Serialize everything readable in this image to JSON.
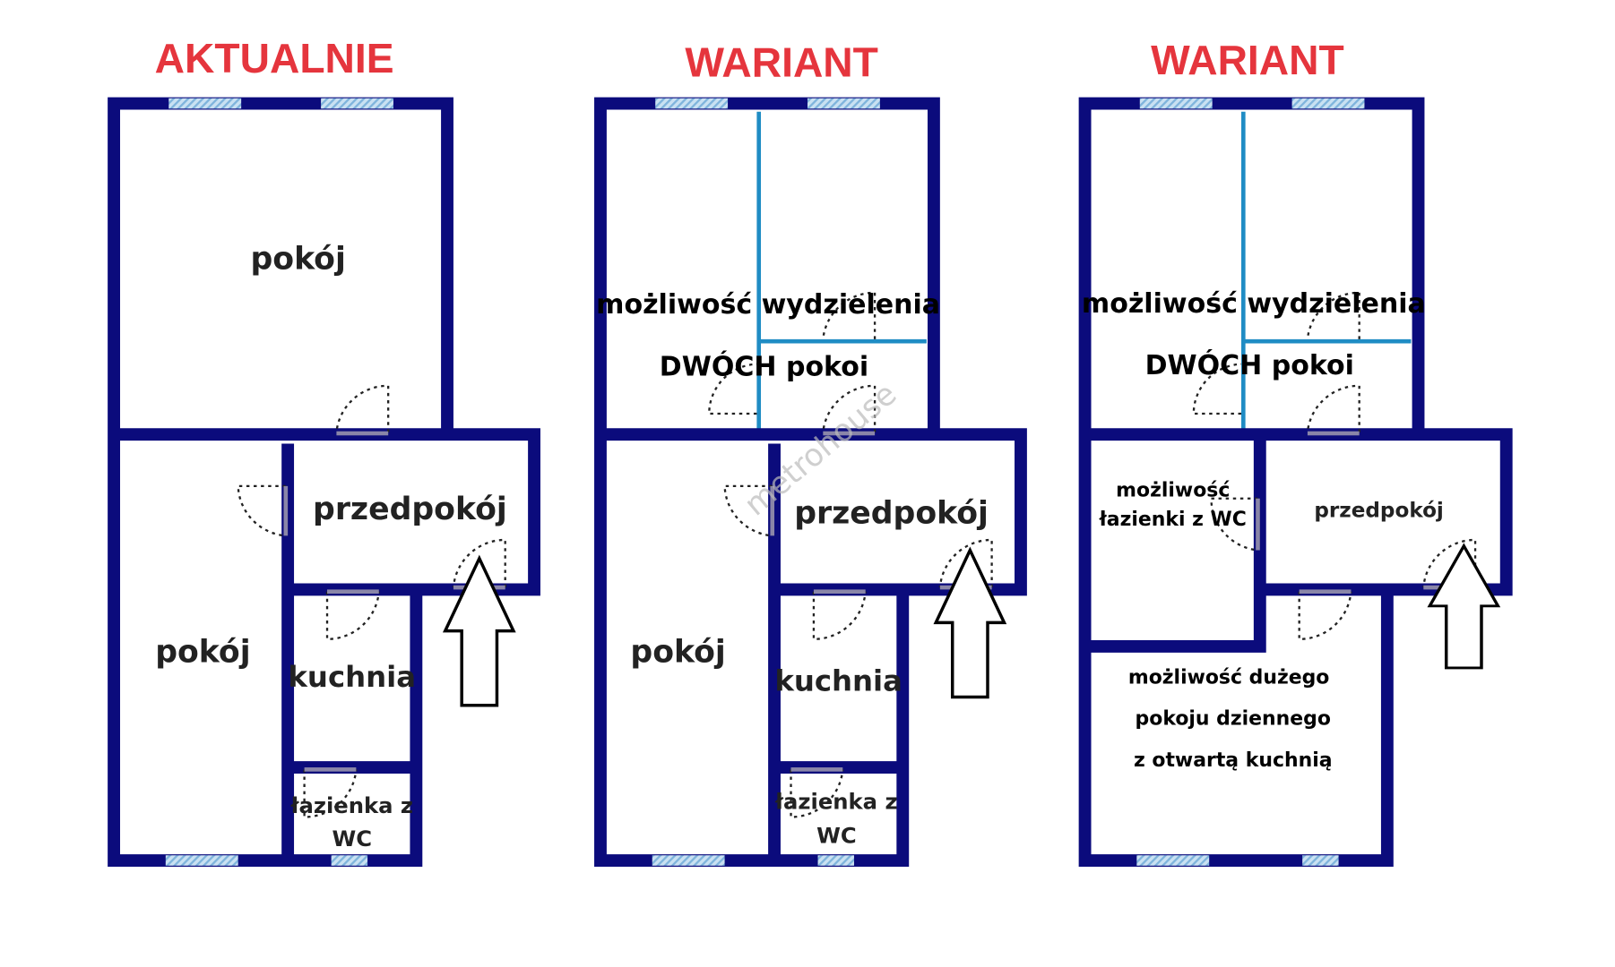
{
  "colors": {
    "wall": "#0b0b7c",
    "title": "#e5353d",
    "partition": "#1f8cc4",
    "window": "#a9cfe8"
  },
  "watermark": "metrohouse",
  "plans": [
    {
      "title": "AKTUALNIE",
      "rooms": {
        "room_top": "pokój",
        "hall": "przedpokój",
        "room_left": "pokój",
        "kitchen": "kuchnia",
        "bath_1": "łazienka z",
        "bath_2": "WC"
      }
    },
    {
      "title": "WARIANT",
      "rooms": {
        "note_1": "możliwość wydzielenia",
        "note_2": "DWÓCH pokoi",
        "hall": "przedpokój",
        "room_left": "pokój",
        "kitchen": "kuchnia",
        "bath_1": "łazienka z",
        "bath_2": "WC"
      }
    },
    {
      "title": "WARIANT",
      "rooms": {
        "note_1": "możliwość wydzielenia",
        "note_2": "DWÓCH pokoi",
        "bath_note_1": "możliwość",
        "bath_note_2": "łazienki z WC",
        "hall": "przedpokój",
        "living_1": "możliwość dużego",
        "living_2": "pokoju dziennego",
        "living_3": "z otwartą kuchnią"
      }
    }
  ]
}
